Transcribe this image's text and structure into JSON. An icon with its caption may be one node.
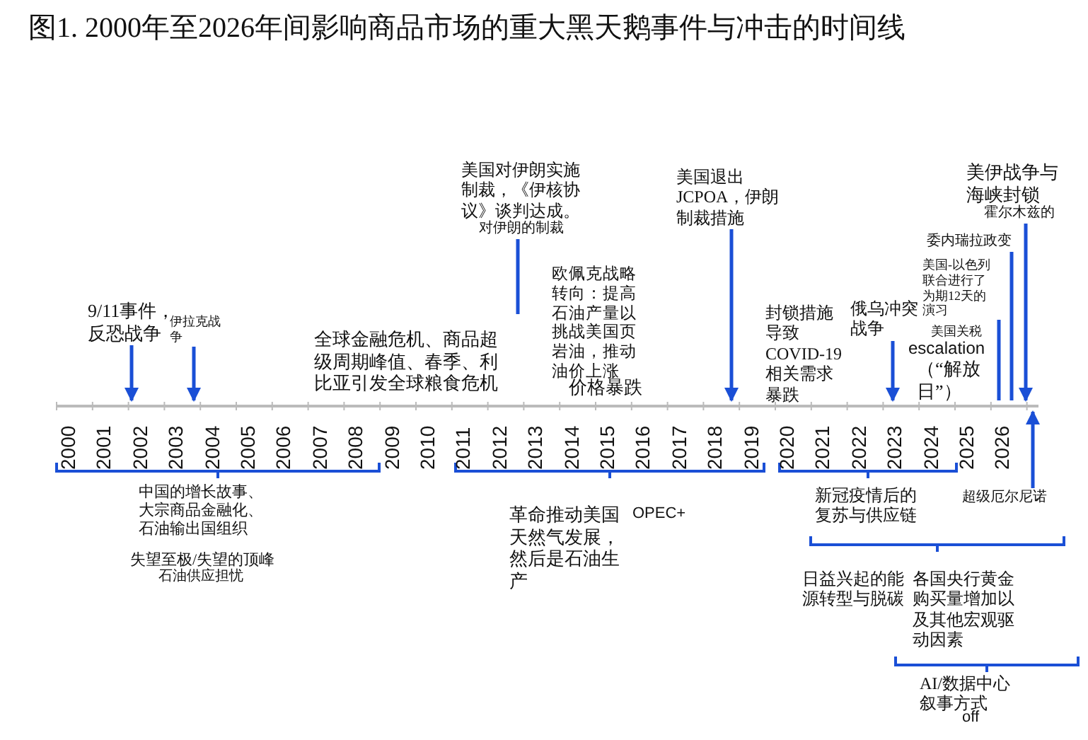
{
  "diagram": {
    "title": "图1. 2000年至2026年间影响商品市场的重大黑天鹅事件与冲击的时间线",
    "nodes": [
      {
        "text": [
          "9/11事件，反恐战争"
        ]
      },
      {
        "text": [
          "伊拉克战争"
        ]
      },
      {
        "text": [
          "美国对伊朗实施制裁，《伊核协议》谈判达成。",
          "对伊朗的制裁"
        ]
      },
      {
        "text": [
          "美国退出JCPOA，伊朗制裁措施"
        ]
      },
      {
        "text": [
          "俄乌冲突战争"
        ]
      },
      {
        "text": [
          "美国-以色列联合进行了为期12天的演习"
        ]
      },
      {
        "text": [
          "委内瑞拉政变"
        ]
      },
      {
        "text": [
          "美伊战争与海峡封锁",
          "霍尔木兹的"
        ]
      },
      {
        "text": [
          "超级厄尔尼诺"
        ]
      }
    ],
    "edges": [
      {
        "from": 0,
        "to": null,
        "arrow": "to"
      },
      {
        "from": 1,
        "to": null,
        "arrow": "to"
      },
      {
        "from": 2,
        "to": null,
        "arrow": "none"
      },
      {
        "from": 3,
        "to": null,
        "arrow": "to"
      },
      {
        "from": 4,
        "to": null,
        "arrow": "to"
      },
      {
        "from": 5,
        "to": null,
        "arrow": "none"
      },
      {
        "from": 6,
        "to": null,
        "arrow": "none"
      },
      {
        "from": 7,
        "to": null,
        "arrow": "to"
      },
      {
        "from": 8,
        "to": null,
        "arrow": "to"
      }
    ],
    "labels": [
      "2000",
      "2001",
      "2002",
      "2003",
      "2004",
      "2005",
      "2006",
      "2007",
      "2008",
      "2009",
      "2010",
      "2011",
      "2012",
      "2013",
      "2014",
      "2015",
      "2016",
      "2017",
      "2018",
      "2019",
      "2020",
      "2021",
      "2022",
      "2023",
      "2024",
      "2025",
      "2026",
      "全球金融危机、商品超级周期峰值、春季、利比亚引发全球粮食危机",
      "欧佩克战略转向：提高石油产量以挑战美国页岩油，推动油价上涨",
      "价格暴跌",
      "封锁措施导致COVID-19相关需求暴跌",
      "美国关税",
      "escalation",
      "（“解放日”）",
      "中国的增长故事、大宗商品金融化、石油输出国组织",
      "失望至极/失望的顶峰",
      "石油供应担忧",
      "革命推动美国天然气发展，然后是石油生产",
      "OPEC+",
      "新冠疫情后的复苏与供应链",
      "日益兴起的能源转型与脱碳",
      "各国央行黄金购买量增加以及其他宏观驱动因素",
      "AI/数据中心叙事方式",
      "off"
    ]
  }
}
